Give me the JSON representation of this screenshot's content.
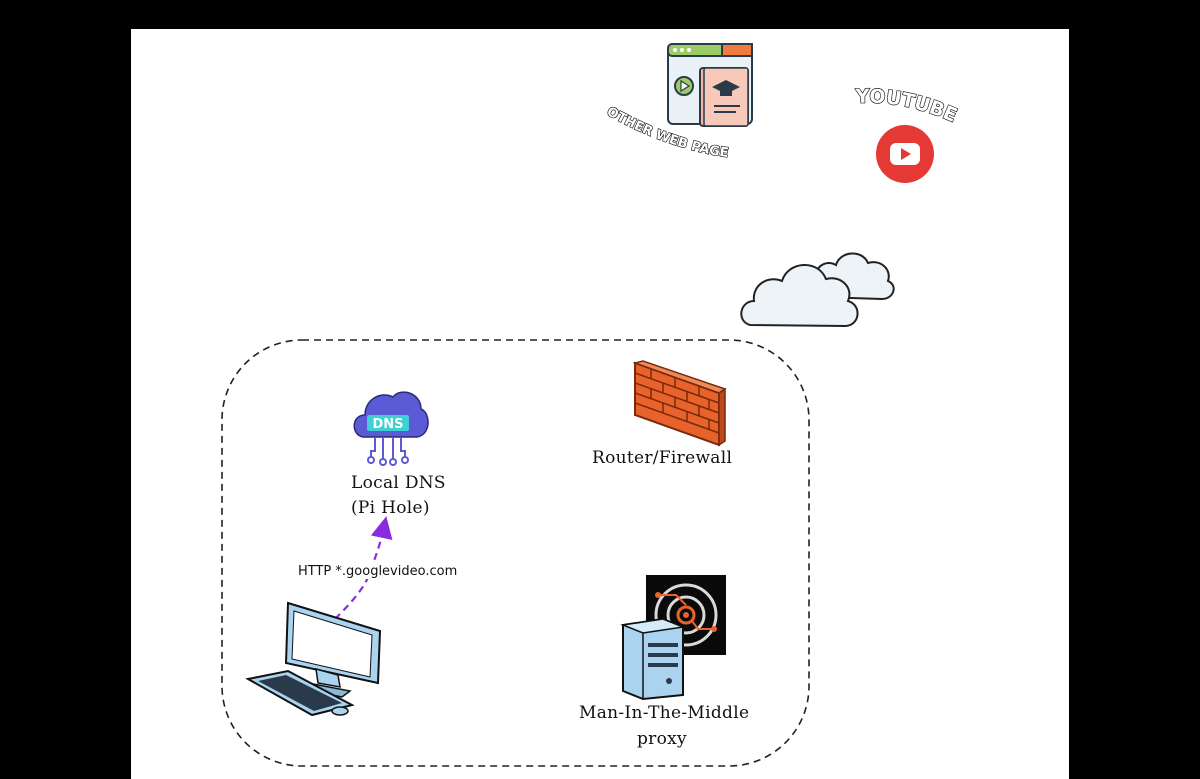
{
  "labels": {
    "other_web_page": "OTHER WEB PAGE",
    "youtube": "YOUTUBE",
    "local_dns_line1": "Local DNS",
    "local_dns_line2": "(Pi Hole)",
    "dns_badge": "DNS",
    "router_firewall": "Router/Firewall",
    "mitm_line1": "Man-In-The-Middle",
    "mitm_line2": "proxy",
    "http_request": "HTTP *.googlevideo.com"
  },
  "colors": {
    "background": "#000000",
    "canvas": "#ffffff",
    "arrow": "#8a2be2",
    "youtube_red": "#e53935",
    "dns_purple": "#5b5bd6",
    "dns_teal": "#3fd0d4",
    "brick": "#e8622b",
    "monitor_blue": "#a9d3ee"
  },
  "icons": {
    "web_page": "web-page-course-icon",
    "youtube": "youtube-play-icon",
    "cloud": "cloud-icon",
    "dns": "dns-cloud-icon",
    "firewall": "brick-wall-icon",
    "computer": "desktop-computer-icon",
    "server": "server-icon",
    "proxy": "mitm-target-icon"
  }
}
